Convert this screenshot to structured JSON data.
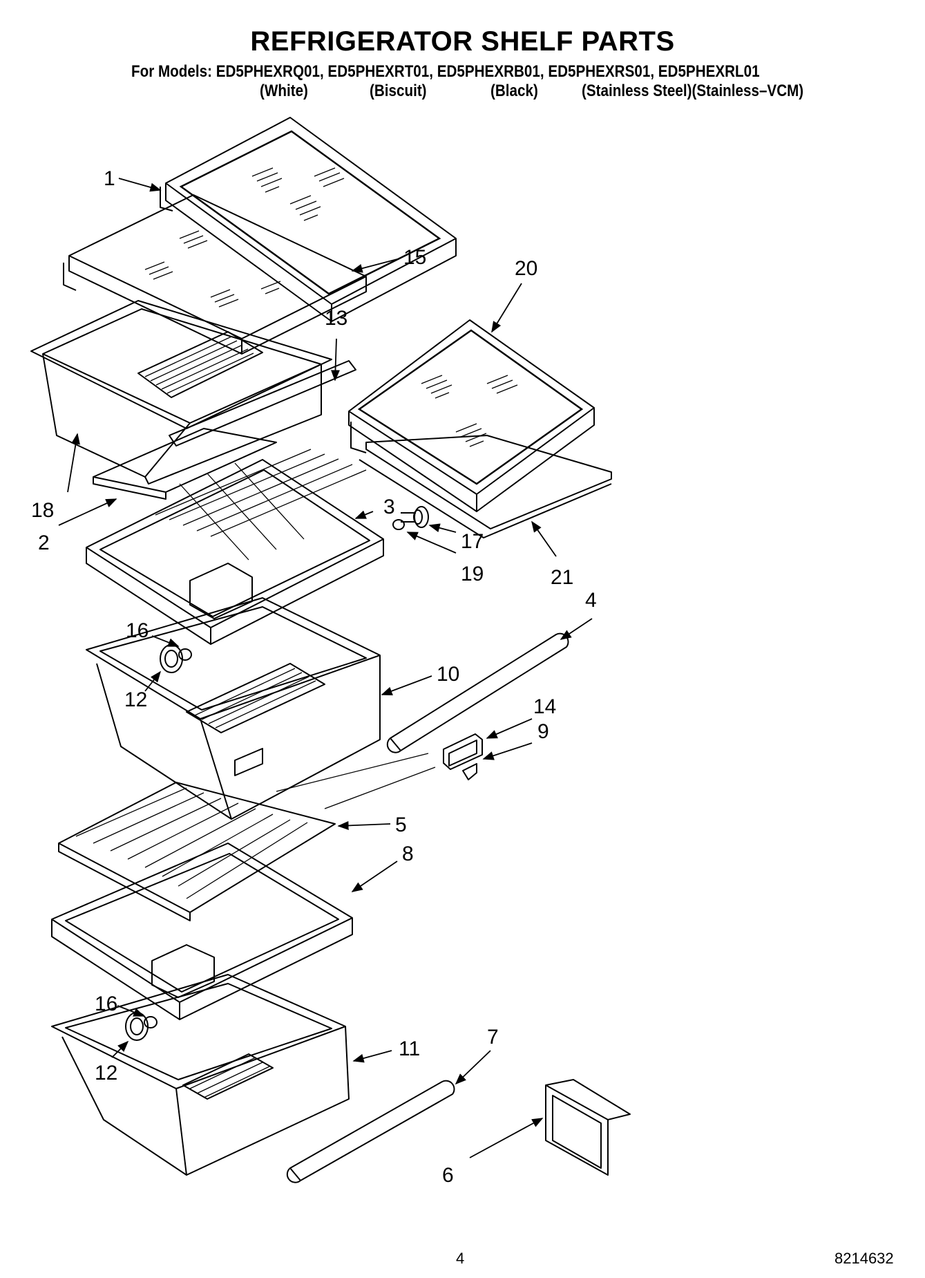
{
  "header": {
    "title": "REFRIGERATOR SHELF PARTS",
    "models_line": "For Models: ED5PHEXRQ01, ED5PHEXRT01, ED5PHEXRB01, ED5PHEXRS01, ED5PHEXRL01",
    "color_white": "(White)",
    "color_biscuit": "(Biscuit)",
    "color_black": "(Black)",
    "color_stainless": "(Stainless Steel)(Stainless–VCM)"
  },
  "callouts": {
    "c1": "1",
    "c2": "2",
    "c3": "3",
    "c4": "4",
    "c5": "5",
    "c6": "6",
    "c7": "7",
    "c8": "8",
    "c9": "9",
    "c10": "10",
    "c11": "11",
    "c12a": "12",
    "c12b": "12",
    "c13": "13",
    "c14": "14",
    "c15": "15",
    "c16a": "16",
    "c16b": "16",
    "c17": "17",
    "c18": "18",
    "c19": "19",
    "c20": "20",
    "c21": "21"
  },
  "footer": {
    "page_number": "4",
    "document_number": "8214632"
  }
}
